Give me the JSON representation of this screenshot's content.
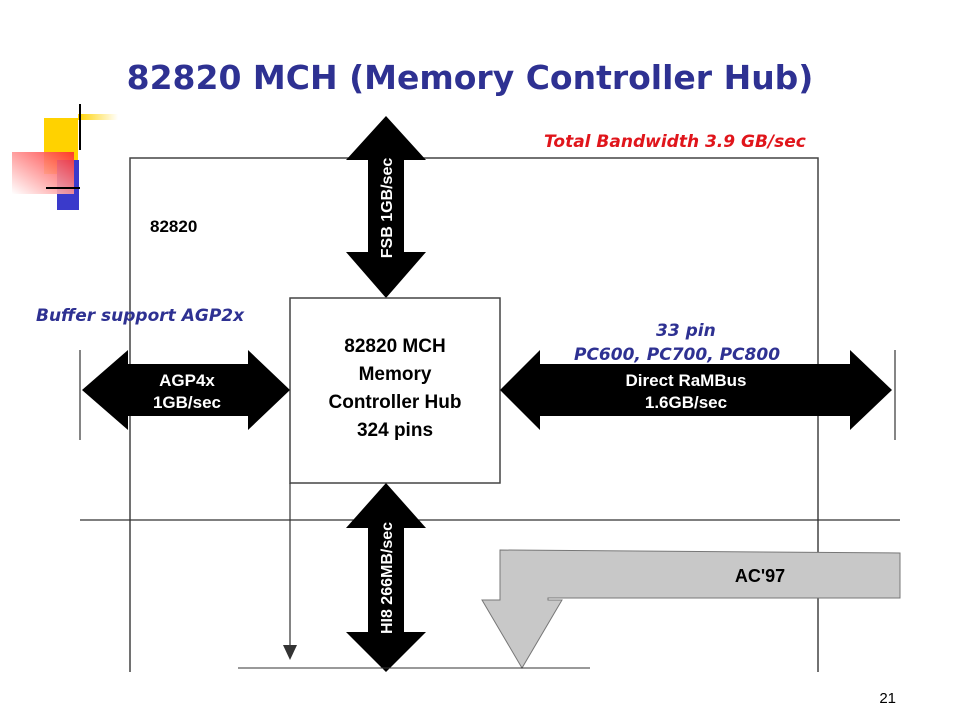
{
  "slide": {
    "title": "82820 MCH (Memory Controller Hub)",
    "page_number": "21"
  },
  "annotations": {
    "total_bandwidth": "Total Bandwidth 3.9 GB/sec",
    "buffer_support": "Buffer support AGP2x",
    "pin_count": "33 pin",
    "pc_types": "PC600, PC700, PC800"
  },
  "diagram": {
    "chip_label": "82820",
    "mch_box": {
      "line1": "82820 MCH",
      "line2": "Memory",
      "line3": "Controller Hub",
      "line4": "324 pins"
    },
    "fsb_arrow": "FSB 1GB/sec",
    "agp_arrow": {
      "line1": "AGP4x",
      "line2": "1GB/sec"
    },
    "rambus_arrow": {
      "line1": "Direct RaMBus",
      "line2": "1.6GB/sec"
    },
    "hub_arrow": "HI8 266MB/sec",
    "ac97_label": "AC'97"
  },
  "colors": {
    "title_blue": "#2e3192",
    "annotation_red": "#e0151b",
    "arrow_fill": "#000000",
    "ac97_fill": "#c8c8c8"
  }
}
